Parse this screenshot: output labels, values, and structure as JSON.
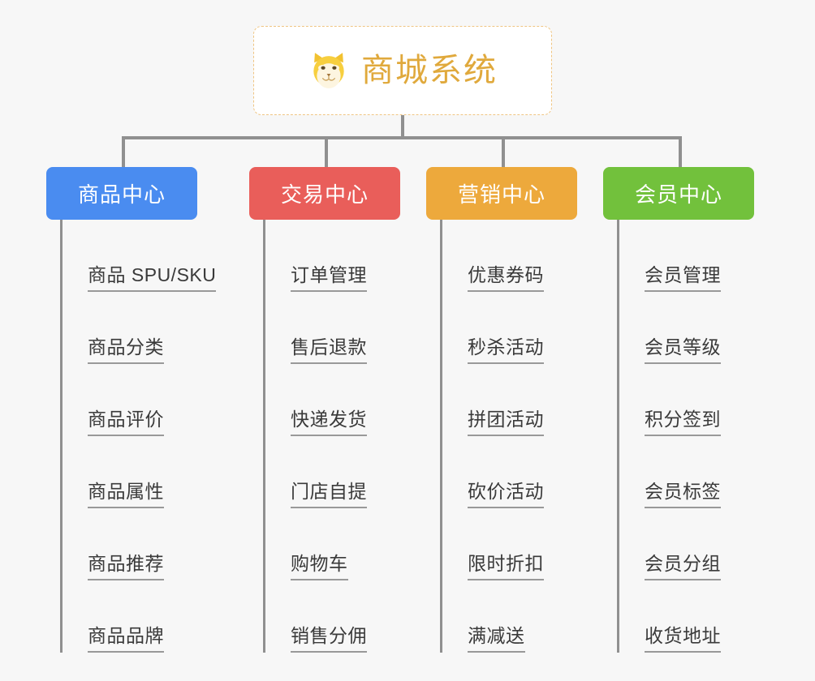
{
  "root": {
    "icon": "shiba-dog-face-icon",
    "title": "商城系统",
    "border_color": "#efc583",
    "title_color": "#e0a93c",
    "background": "#ffffff"
  },
  "canvas": {
    "background": "#f7f7f7",
    "connector_color": "#909090"
  },
  "branches": [
    {
      "label": "商品中心",
      "color": "#4a8cf0",
      "items": [
        {
          "label": "商品 SPU/SKU"
        },
        {
          "label": "商品分类"
        },
        {
          "label": "商品评价"
        },
        {
          "label": "商品属性"
        },
        {
          "label": "商品推荐"
        },
        {
          "label": "商品品牌"
        }
      ]
    },
    {
      "label": "交易中心",
      "color": "#e95e5a",
      "items": [
        {
          "label": "订单管理"
        },
        {
          "label": "售后退款"
        },
        {
          "label": "快递发货"
        },
        {
          "label": "门店自提"
        },
        {
          "label": "购物车"
        },
        {
          "label": "销售分佣"
        }
      ]
    },
    {
      "label": "营销中心",
      "color": "#eda93c",
      "items": [
        {
          "label": "优惠券码"
        },
        {
          "label": "秒杀活动"
        },
        {
          "label": "拼团活动"
        },
        {
          "label": "砍价活动"
        },
        {
          "label": "限时折扣"
        },
        {
          "label": "满减送"
        }
      ]
    },
    {
      "label": "会员中心",
      "color": "#72c13c",
      "items": [
        {
          "label": "会员管理"
        },
        {
          "label": "会员等级"
        },
        {
          "label": "积分签到"
        },
        {
          "label": "会员标签"
        },
        {
          "label": "会员分组"
        },
        {
          "label": "收货地址"
        }
      ]
    }
  ]
}
